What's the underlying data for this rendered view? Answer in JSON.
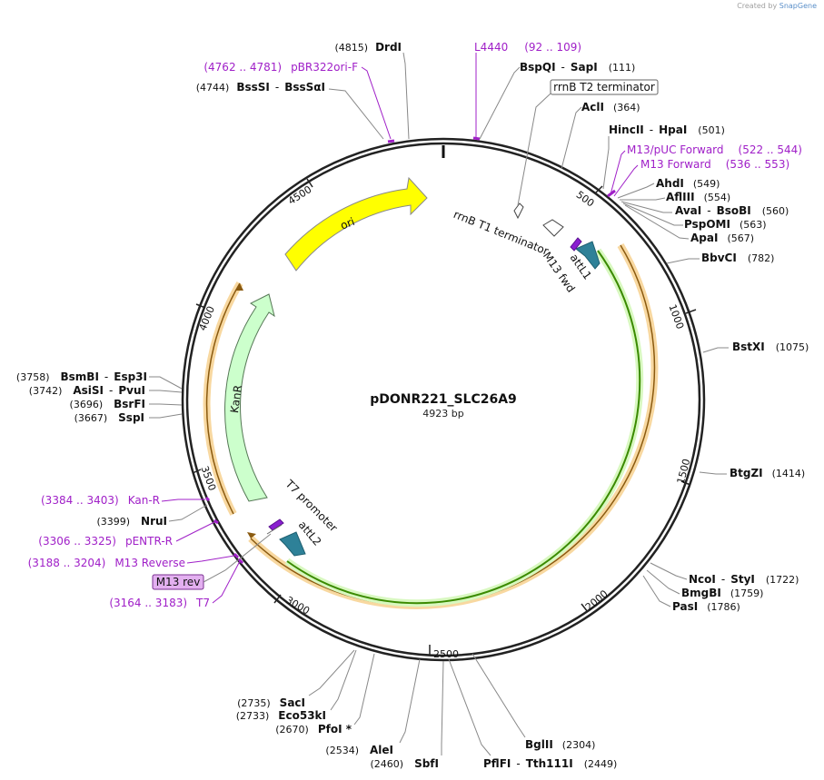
{
  "credit": {
    "prefix": "Created by",
    "brand": "SnapGene"
  },
  "plasmid": {
    "name": "pDONR221_SLC26A9",
    "length_label": "4923 bp"
  },
  "ticks": [
    "500",
    "1000",
    "1500",
    "2000",
    "2500",
    "3000",
    "3500",
    "4000",
    "4500"
  ],
  "enzymes": [
    {
      "pos": "(4815)",
      "name": "DrdI",
      "pos_after": false
    },
    {
      "pos": "(4744)",
      "name": "BssSI",
      "name2": "BssSαI",
      "pos_after": false
    },
    {
      "pos": "(111)",
      "name": "BspQI",
      "name2": "SapI",
      "pos_after": true
    },
    {
      "pos": "(364)",
      "name": "AclI",
      "pos_after": true
    },
    {
      "pos": "(501)",
      "name": "HincII",
      "name2": "HpaI",
      "pos_after": true
    },
    {
      "pos": "(549)",
      "name": "AhdI",
      "pos_after": true
    },
    {
      "pos": "(554)",
      "name": "AflIII",
      "pos_after": true
    },
    {
      "pos": "(560)",
      "name": "AvaI",
      "name2": "BsoBI",
      "pos_after": true
    },
    {
      "pos": "(563)",
      "name": "PspOMI",
      "pos_after": true
    },
    {
      "pos": "(567)",
      "name": "ApaI",
      "pos_after": true
    },
    {
      "pos": "(782)",
      "name": "BbvCI",
      "pos_after": true
    },
    {
      "pos": "(1075)",
      "name": "BstXI",
      "pos_after": true
    },
    {
      "pos": "(1414)",
      "name": "BtgZI",
      "pos_after": true
    },
    {
      "pos": "(1722)",
      "name": "NcoI",
      "name2": "StyI",
      "pos_after": true
    },
    {
      "pos": "(1759)",
      "name": "BmgBI",
      "pos_after": true
    },
    {
      "pos": "(1786)",
      "name": "PasI",
      "pos_after": true
    },
    {
      "pos": "(2304)",
      "name": "BglII",
      "pos_after": true
    },
    {
      "pos": "(2449)",
      "name": "PflFI",
      "name2": "Tth111I",
      "pos_after": true
    },
    {
      "pos": "(2460)",
      "name": "SbfI",
      "pos_after": false
    },
    {
      "pos": "(2534)",
      "name": "AleI",
      "pos_after": false
    },
    {
      "pos": "(2670)",
      "name": "PfoI *",
      "pos_after": false
    },
    {
      "pos": "(2733)",
      "name": "Eco53kI",
      "pos_after": false
    },
    {
      "pos": "(2735)",
      "name": "SacI",
      "pos_after": false
    },
    {
      "pos": "(3399)",
      "name": "NruI",
      "pos_after": false
    },
    {
      "pos": "(3667)",
      "name": "SspI",
      "pos_after": false
    },
    {
      "pos": "(3696)",
      "name": "BsrFI",
      "pos_after": false
    },
    {
      "pos": "(3742)",
      "name": "AsiSI",
      "name2": "PvuI",
      "pos_after": false
    },
    {
      "pos": "(3758)",
      "name": "BsmBI",
      "name2": "Esp3I",
      "pos_after": false
    }
  ],
  "primers": [
    {
      "name": "L4440",
      "range": "(92 .. 109)",
      "name_first": true
    },
    {
      "name": "pBR322ori-F",
      "range": "(4762 .. 4781)",
      "name_first": false
    },
    {
      "name": "M13/pUC Forward",
      "range": "(522 .. 544)",
      "name_first": true
    },
    {
      "name": "M13 Forward",
      "range": "(536 .. 553)",
      "name_first": true
    },
    {
      "name": "Kan-R",
      "range": "(3384 .. 3403)",
      "name_first": false
    },
    {
      "name": "pENTR-R",
      "range": "(3306 .. 3325)",
      "name_first": false
    },
    {
      "name": "M13 Reverse",
      "range": "(3188 .. 3204)",
      "name_first": false
    },
    {
      "name": "T7",
      "range": "(3164 .. 3183)",
      "name_first": false
    }
  ],
  "features": {
    "rrnb_t2": "rrnB T2 terminator",
    "rrnb_t1": "rrnB T1 terminator",
    "m13_fwd": "M13 fwd",
    "attl1": "attL1",
    "ori": "ori",
    "kanr": "KanR",
    "t7_promoter": "T7 promoter",
    "attl2": "attL2",
    "m13_rev": "M13 rev"
  },
  "colors": {
    "ori": "#ffff00",
    "kanr": "#ccffcc",
    "att": "#2e8198",
    "insert": "#5ba300",
    "orf": "#f0a030",
    "primer": "#a020c8",
    "m13rev_box": "#e3b0f0"
  }
}
